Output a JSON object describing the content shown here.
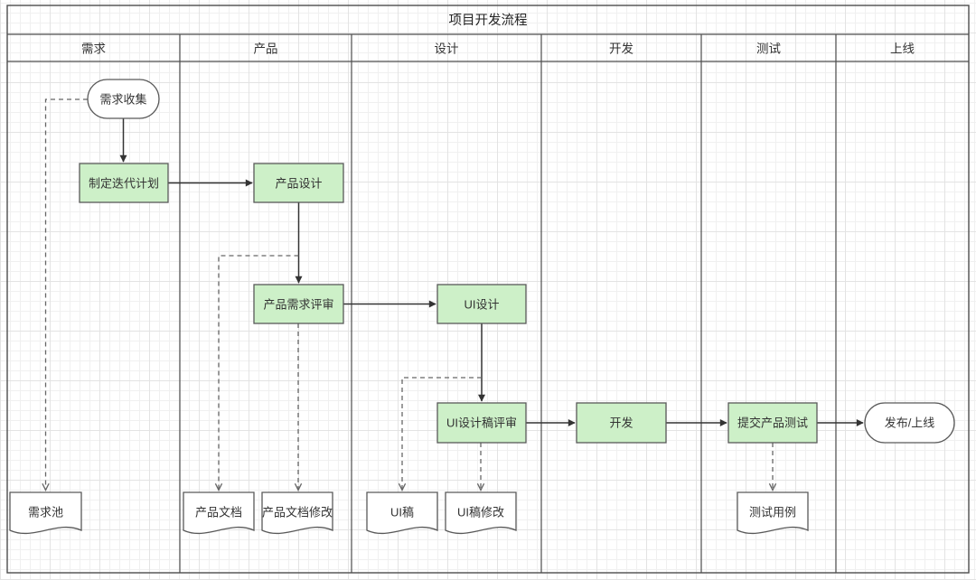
{
  "title": "项目开发流程",
  "lanes": [
    {
      "label": "需求"
    },
    {
      "label": "产品"
    },
    {
      "label": "设计"
    },
    {
      "label": "开发"
    },
    {
      "label": "测试"
    },
    {
      "label": "上线"
    }
  ],
  "nodes": {
    "collect": "需求收集",
    "plan": "制定迭代计划",
    "product_design": "产品设计",
    "req_review": "产品需求评审",
    "ui_design": "UI设计",
    "ui_review": "UI设计稿评审",
    "dev": "开发",
    "submit_test": "提交产品测试",
    "release": "发布/上线",
    "req_pool": "需求池",
    "prd_doc": "产品文档",
    "prd_doc_edit": "产品文档修改",
    "ui_draft": "UI稿",
    "ui_draft_edit": "UI稿修改",
    "test_case": "测试用例"
  },
  "edges": [
    {
      "from": "需求收集",
      "to": "制定迭代计划",
      "style": "solid"
    },
    {
      "from": "制定迭代计划",
      "to": "产品设计",
      "style": "solid"
    },
    {
      "from": "产品设计",
      "to": "产品需求评审",
      "style": "solid"
    },
    {
      "from": "产品需求评审",
      "to": "UI设计",
      "style": "solid"
    },
    {
      "from": "UI设计",
      "to": "UI设计稿评审",
      "style": "solid"
    },
    {
      "from": "UI设计稿评审",
      "to": "开发",
      "style": "solid"
    },
    {
      "from": "开发",
      "to": "提交产品测试",
      "style": "solid"
    },
    {
      "from": "提交产品测试",
      "to": "发布/上线",
      "style": "solid"
    },
    {
      "from": "需求收集",
      "to": "需求池",
      "style": "dashed"
    },
    {
      "from": "产品需求评审",
      "to": "产品文档",
      "style": "dashed"
    },
    {
      "from": "产品需求评审",
      "to": "产品文档修改",
      "style": "dashed"
    },
    {
      "from": "UI设计稿评审",
      "to": "UI稿",
      "style": "dashed"
    },
    {
      "from": "UI设计稿评审",
      "to": "UI稿修改",
      "style": "dashed"
    },
    {
      "from": "提交产品测试",
      "to": "测试用例",
      "style": "dashed"
    }
  ],
  "colors": {
    "task_fill": "#cdf0c8",
    "shape_border": "#595959",
    "frame_color": "#4d4d4d",
    "line_color": "#333333",
    "dashed_color": "#666666"
  }
}
